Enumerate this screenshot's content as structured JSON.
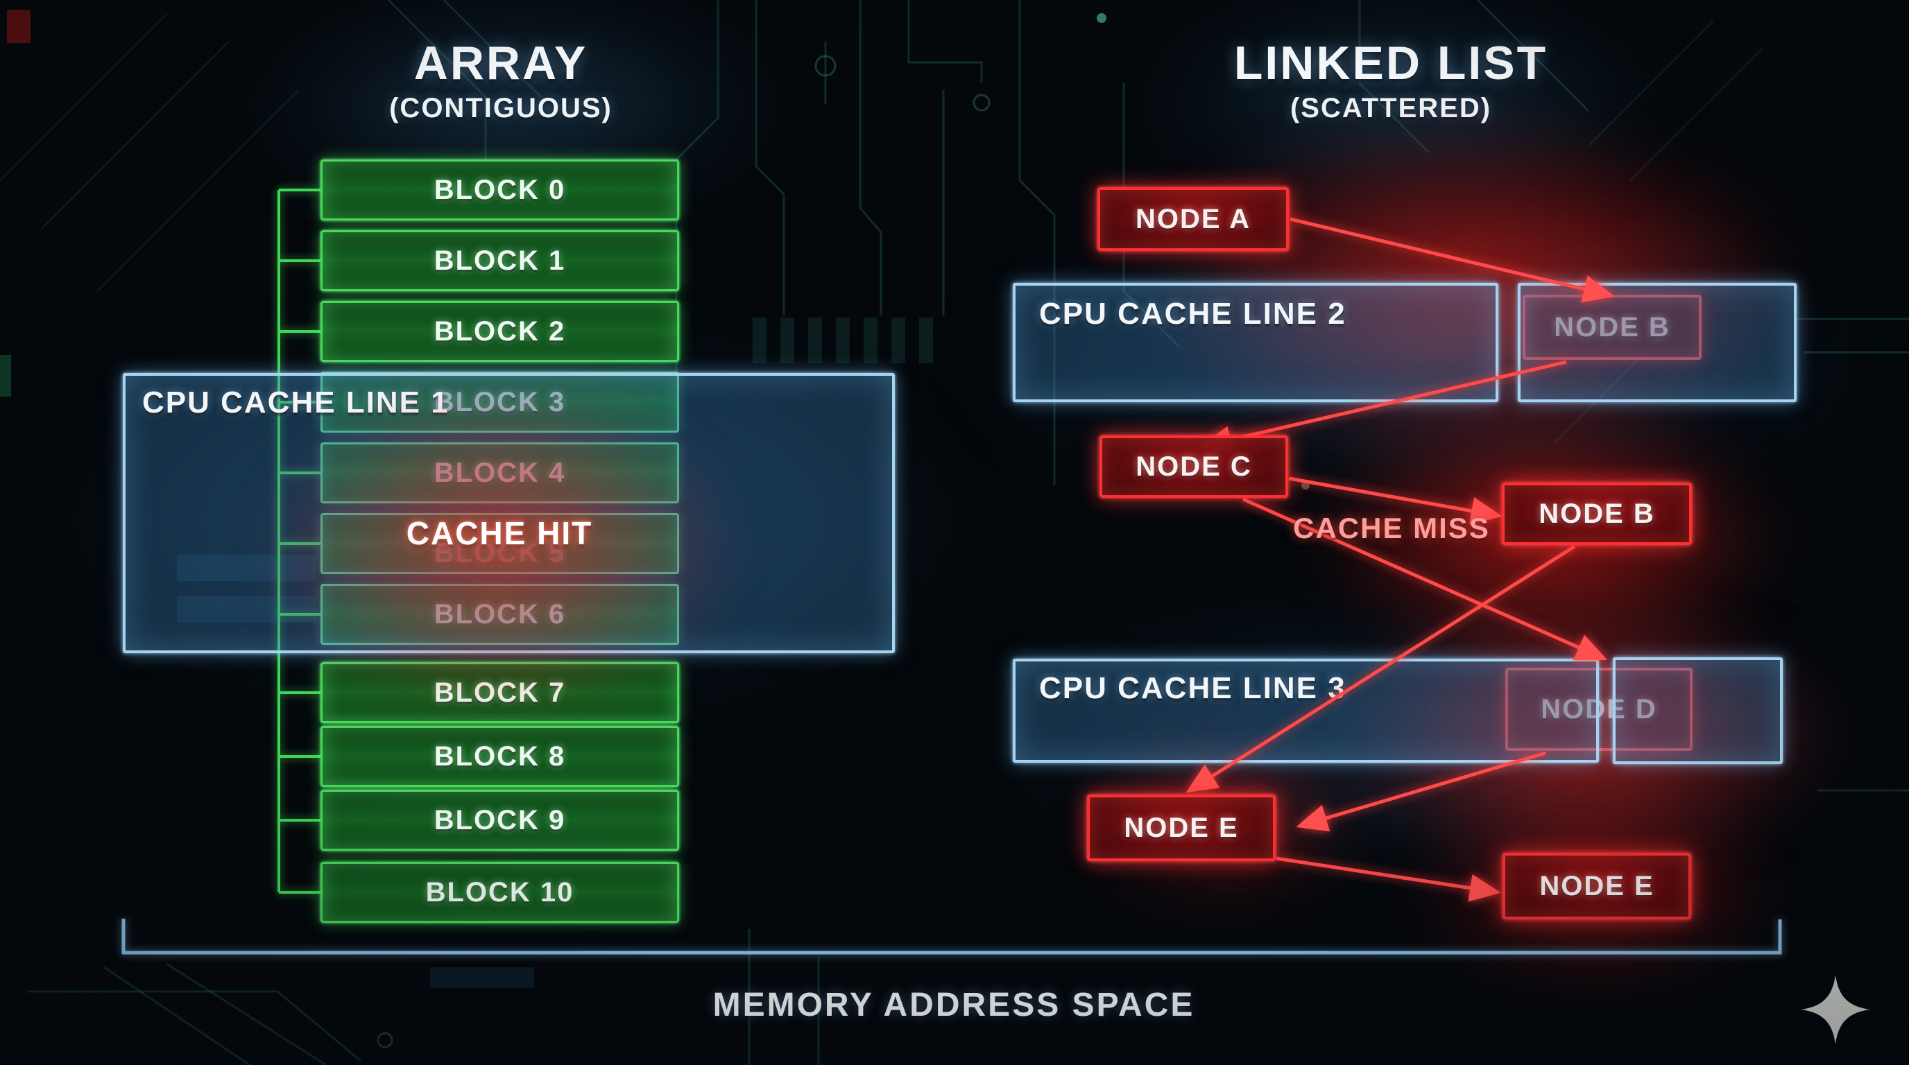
{
  "array_section": {
    "title": "ARRAY",
    "subtitle": "(CONTIGUOUS)",
    "blocks": [
      "BLOCK 0",
      "BLOCK 1",
      "BLOCK 2",
      "BLOCK 3",
      "BLOCK 4",
      "BLOCK 5",
      "BLOCK 6",
      "BLOCK 7",
      "BLOCK 8",
      "BLOCK 9",
      "BLOCK 10"
    ],
    "cache_line_label": "CPU CACHE LINE 1",
    "cache_hit_label": "CACHE HIT"
  },
  "linked_list_section": {
    "title": "LINKED LIST",
    "subtitle": "(SCATTERED)",
    "cache_line_2_label": "CPU CACHE LINE 2",
    "cache_line_3_label": "CPU CACHE LINE 3",
    "cache_miss_label": "CACHE MISS",
    "nodes": {
      "a": "NODE A",
      "b_cached": "NODE B",
      "c": "NODE C",
      "b_miss": "NODE B",
      "d": "NODE D",
      "e1": "NODE E",
      "e2": "NODE E"
    },
    "connections": [
      {
        "from": "NODE A",
        "to": "NODE B (cache line 2)"
      },
      {
        "from": "NODE B (cache line 2)",
        "to": "NODE C"
      },
      {
        "from": "NODE C",
        "to": "NODE B",
        "label": "CACHE MISS"
      },
      {
        "from": "NODE C",
        "to": "NODE D (cache line 3)"
      },
      {
        "from": "NODE B",
        "to": "NODE E"
      },
      {
        "from": "NODE D (cache line 3)",
        "to": "NODE E"
      },
      {
        "from": "NODE E",
        "to": "NODE E (second)"
      }
    ]
  },
  "footer": {
    "memory_label": "MEMORY ADDRESS SPACE"
  },
  "icons": {
    "sparkle": "four-point-star"
  },
  "colors": {
    "background": "#04080c",
    "array_green": "#46d95c",
    "node_red": "#ff2e34",
    "cache_blue_border": "#a6d3f1",
    "memory_bracket_blue": "#8fc2e8",
    "cache_miss_text": "#ff9d9d"
  }
}
